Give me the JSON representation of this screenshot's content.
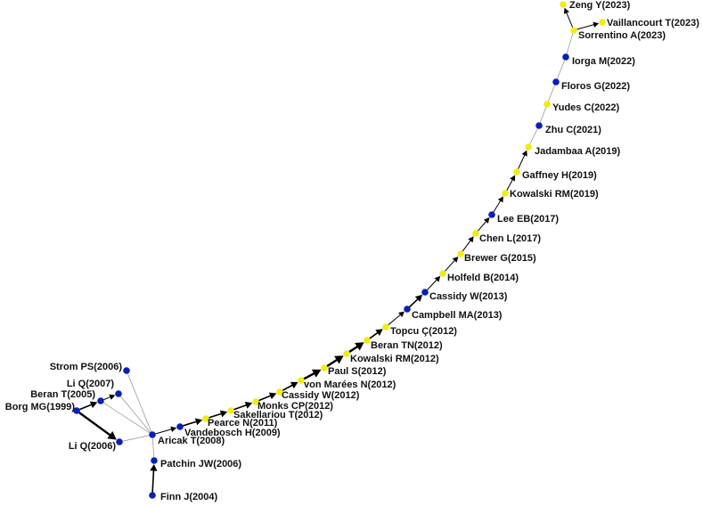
{
  "colors": {
    "blue": "#0a1fb5",
    "yellow": "#f2ec12",
    "edge": "#000000",
    "thin_edge": "#7d7d7d",
    "label": "#111111"
  },
  "nodes": [
    {
      "id": "borg",
      "label": "Borg MG(1999)",
      "color": "blue"
    },
    {
      "id": "finn",
      "label": "Finn J(2004)",
      "color": "blue"
    },
    {
      "id": "beran2005",
      "label": "Beran T(2005)",
      "color": "blue"
    },
    {
      "id": "strom",
      "label": "Strom PS(2006)",
      "color": "blue"
    },
    {
      "id": "li2006",
      "label": "Li Q(2006)",
      "color": "blue"
    },
    {
      "id": "patchin",
      "label": "Patchin JW(2006)",
      "color": "blue"
    },
    {
      "id": "li2007",
      "label": "Li Q(2007)",
      "color": "blue"
    },
    {
      "id": "aricak",
      "label": "Aricak T(2008)",
      "color": "blue"
    },
    {
      "id": "vandebosch",
      "label": "Vandebosch H(2009)",
      "color": "blue"
    },
    {
      "id": "pearce",
      "label": "Pearce N(2011)",
      "color": "yellow"
    },
    {
      "id": "sakellariou",
      "label": "Sakellariou T(2012)",
      "color": "yellow"
    },
    {
      "id": "monks",
      "label": "Monks CP(2012)",
      "color": "yellow"
    },
    {
      "id": "cassidy2012",
      "label": "Cassidy W(2012)",
      "color": "yellow"
    },
    {
      "id": "vonmarees",
      "label": "von Marées N(2012)",
      "color": "yellow"
    },
    {
      "id": "paul",
      "label": "Paul S(2012)",
      "color": "yellow"
    },
    {
      "id": "kowalski2012",
      "label": "Kowalski RM(2012)",
      "color": "yellow"
    },
    {
      "id": "beranTN",
      "label": "Beran TN(2012)",
      "color": "yellow"
    },
    {
      "id": "topcu",
      "label": "Topcu Ç(2012)",
      "color": "yellow"
    },
    {
      "id": "campbell",
      "label": "Campbell MA(2013)",
      "color": "blue"
    },
    {
      "id": "cassidy2013",
      "label": "Cassidy W(2013)",
      "color": "blue"
    },
    {
      "id": "holfeld",
      "label": "Holfeld B(2014)",
      "color": "yellow"
    },
    {
      "id": "brewer",
      "label": "Brewer G(2015)",
      "color": "yellow"
    },
    {
      "id": "chen",
      "label": "Chen L(2017)",
      "color": "yellow"
    },
    {
      "id": "lee",
      "label": "Lee EB(2017)",
      "color": "blue"
    },
    {
      "id": "kowalski2019",
      "label": "Kowalski RM(2019)",
      "color": "yellow"
    },
    {
      "id": "gaffney",
      "label": "Gaffney H(2019)",
      "color": "yellow"
    },
    {
      "id": "jadambaa",
      "label": "Jadambaa A(2019)",
      "color": "yellow"
    },
    {
      "id": "zhu",
      "label": "Zhu C(2021)",
      "color": "blue"
    },
    {
      "id": "yudes",
      "label": "Yudes C(2022)",
      "color": "yellow"
    },
    {
      "id": "floros",
      "label": "Floros G(2022)",
      "color": "blue"
    },
    {
      "id": "iorga",
      "label": "Iorga M(2022)",
      "color": "blue"
    },
    {
      "id": "sorrentino",
      "label": "Sorrentino A(2023)",
      "color": "yellow"
    },
    {
      "id": "vaillancourt",
      "label": "Vaillancourt T(2023)",
      "color": "yellow"
    },
    {
      "id": "zeng",
      "label": "Zeng Y(2023)",
      "color": "yellow"
    }
  ],
  "edges": [
    {
      "from": "borg",
      "to": "beran2005",
      "weight": 2
    },
    {
      "from": "borg",
      "to": "li2006",
      "weight": 3
    },
    {
      "from": "beran2005",
      "to": "li2007",
      "weight": 1
    },
    {
      "from": "finn",
      "to": "patchin",
      "weight": 2
    },
    {
      "from": "strom",
      "to": "aricak",
      "weight": 0
    },
    {
      "from": "li2007",
      "to": "aricak",
      "weight": 0
    },
    {
      "from": "beran2005",
      "to": "aricak",
      "weight": 0
    },
    {
      "from": "li2006",
      "to": "aricak",
      "weight": 0
    },
    {
      "from": "patchin",
      "to": "aricak",
      "weight": 0
    },
    {
      "from": "aricak",
      "to": "vandebosch",
      "weight": 1
    },
    {
      "from": "vandebosch",
      "to": "pearce",
      "weight": 2
    },
    {
      "from": "pearce",
      "to": "sakellariou",
      "weight": 2
    },
    {
      "from": "sakellariou",
      "to": "monks",
      "weight": 2
    },
    {
      "from": "monks",
      "to": "cassidy2012",
      "weight": 2
    },
    {
      "from": "cassidy2012",
      "to": "vonmarees",
      "weight": 2
    },
    {
      "from": "vonmarees",
      "to": "paul",
      "weight": 3
    },
    {
      "from": "paul",
      "to": "kowalski2012",
      "weight": 3
    },
    {
      "from": "kowalski2012",
      "to": "beranTN",
      "weight": 3
    },
    {
      "from": "beranTN",
      "to": "topcu",
      "weight": 2
    },
    {
      "from": "topcu",
      "to": "campbell",
      "weight": 1
    },
    {
      "from": "campbell",
      "to": "cassidy2013",
      "weight": 2
    },
    {
      "from": "cassidy2013",
      "to": "holfeld",
      "weight": 1
    },
    {
      "from": "holfeld",
      "to": "brewer",
      "weight": 1
    },
    {
      "from": "brewer",
      "to": "chen",
      "weight": 1
    },
    {
      "from": "chen",
      "to": "lee",
      "weight": 1
    },
    {
      "from": "lee",
      "to": "kowalski2019",
      "weight": 1
    },
    {
      "from": "kowalski2019",
      "to": "gaffney",
      "weight": 1
    },
    {
      "from": "gaffney",
      "to": "jadambaa",
      "weight": 1
    },
    {
      "from": "jadambaa",
      "to": "zhu",
      "weight": 0
    },
    {
      "from": "zhu",
      "to": "yudes",
      "weight": 0
    },
    {
      "from": "yudes",
      "to": "floros",
      "weight": 0
    },
    {
      "from": "floros",
      "to": "iorga",
      "weight": 0
    },
    {
      "from": "iorga",
      "to": "sorrentino",
      "weight": 0
    },
    {
      "from": "sorrentino",
      "to": "vaillancourt",
      "weight": 1
    },
    {
      "from": "sorrentino",
      "to": "zeng",
      "weight": 1
    }
  ]
}
